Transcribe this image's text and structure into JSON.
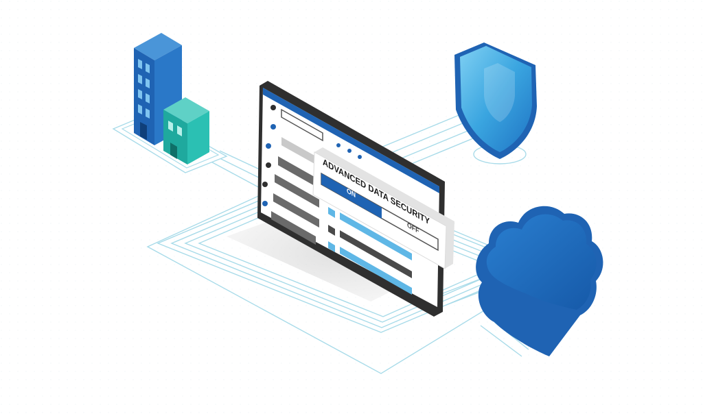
{
  "panel": {
    "title": "ADVANCED DATA SECURITY",
    "toggle": {
      "on_label": "ON",
      "off_label": "OFF",
      "selected": "ON"
    }
  },
  "icons": {
    "building": "office-building-icon",
    "shield": "security-shield-icon",
    "cloud": "cloud-icon",
    "screen": "monitor-screen"
  },
  "colors": {
    "primary_blue": "#1f63b3",
    "light_blue": "#5fb7e6",
    "teal": "#2bb3aa",
    "line_blue": "#9fd6e8",
    "dark_gray": "#5a5a5a"
  }
}
